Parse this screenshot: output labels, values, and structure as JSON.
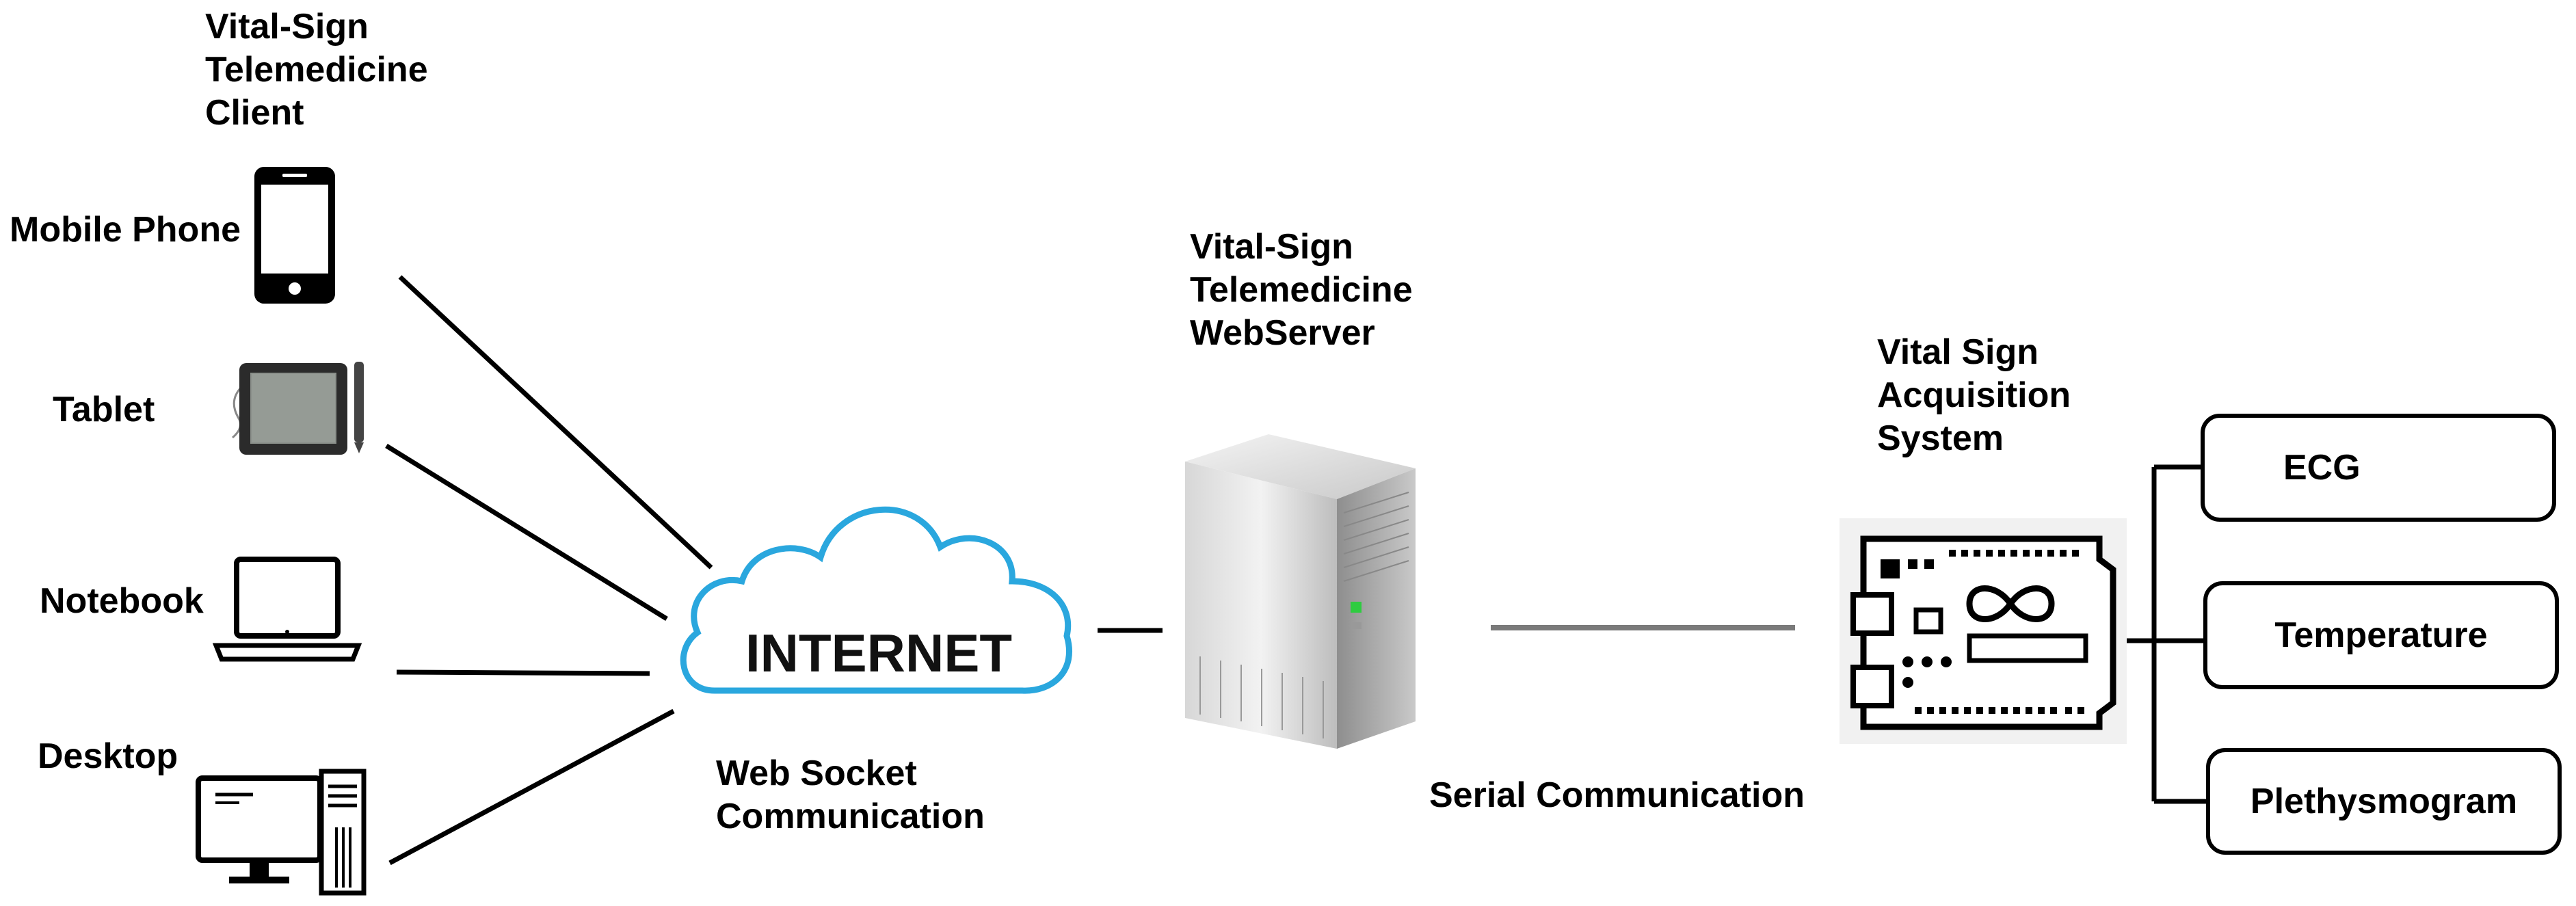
{
  "client": {
    "title": "Vital-Sign\nTelemedicine\nClient",
    "devices": [
      {
        "label": "Mobile Phone",
        "icon": "mobile-phone-icon"
      },
      {
        "label": "Tablet",
        "icon": "tablet-icon"
      },
      {
        "label": "Notebook",
        "icon": "notebook-icon"
      },
      {
        "label": "Desktop",
        "icon": "desktop-icon"
      }
    ]
  },
  "internet": {
    "label": "INTERNET",
    "icon": "cloud-icon",
    "color": "#2aa7de"
  },
  "websocket_label": "Web Socket\nCommunication",
  "server": {
    "title": "Vital-Sign\nTelemedicine\nWebServer",
    "icon": "server-icon"
  },
  "serial_label": "Serial Communication",
  "acquisition": {
    "title": "Vital Sign\nAcquisition\nSystem",
    "icon": "arduino-board-icon",
    "sensors": [
      "ECG",
      "Temperature",
      "Plethysmogram"
    ]
  }
}
